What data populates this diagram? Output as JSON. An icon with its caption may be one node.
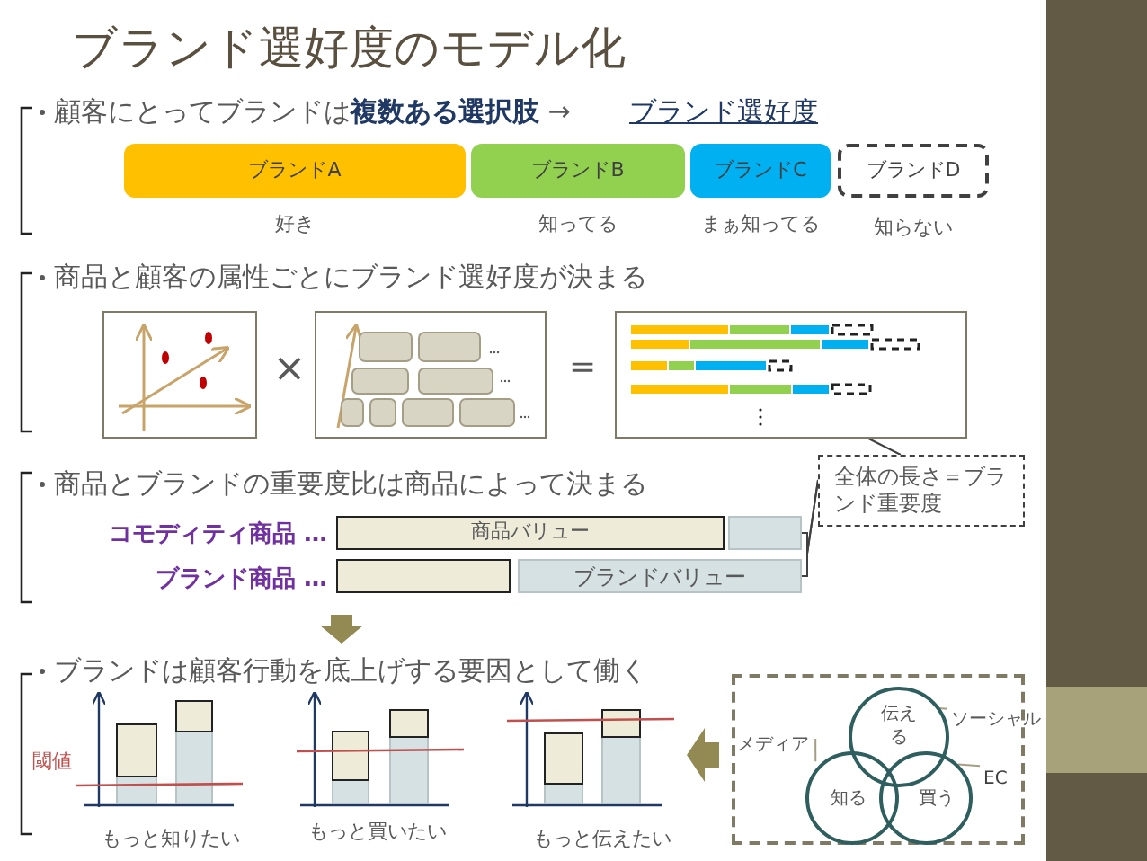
{
  "diagram": {
    "title": "ブランド選好度のモデル化",
    "nodes": [
      {
        "text": [
          "ブランドA"
        ],
        "beside": [
          "好き"
        ]
      },
      {
        "text": [
          "ブランドB"
        ],
        "beside": [
          "知ってる"
        ]
      },
      {
        "text": [
          "ブランドC"
        ],
        "beside": [
          "まぁ知ってる"
        ]
      },
      {
        "text": [
          "ブランドD"
        ],
        "beside": [
          "知らない"
        ]
      },
      {
        "text": [],
        "shape": "picture"
      },
      {
        "text": [],
        "shape": "picture"
      },
      {
        "text": [],
        "shape": "picture"
      },
      {
        "text": [
          "全体の長さ＝ブランド重要度"
        ]
      },
      {
        "text": [
          "商品バリュー"
        ]
      },
      {
        "text": [],
        "shape": "bar"
      },
      {
        "text": [],
        "shape": "bar"
      },
      {
        "text": [
          "ブランドバリュー"
        ]
      },
      {
        "text": [],
        "shape": "box"
      },
      {
        "text": [
          "伝える"
        ],
        "in": 12
      },
      {
        "text": [
          "知る"
        ],
        "in": 12
      },
      {
        "text": [
          "買う"
        ],
        "in": 12
      },
      {
        "text": [
          "メディア"
        ],
        "in": 12
      },
      {
        "text": [
          "ソーシャル"
        ],
        "in": 12
      },
      {
        "text": [
          "EC"
        ],
        "in": 12
      }
    ],
    "edges": [
      {
        "from": 7,
        "to": 6,
        "arrow": "none",
        "color": "#404040"
      },
      {
        "from": 7,
        "to": 9,
        "arrow": "none",
        "color": "#404040"
      },
      {
        "from": 7,
        "to": 11,
        "arrow": "none",
        "color": "#404040"
      },
      {
        "from": 16,
        "to": 14,
        "arrow": "none",
        "color": "#a59e86"
      },
      {
        "from": 17,
        "to": 13,
        "arrow": "none",
        "color": "#a59e86"
      },
      {
        "from": 18,
        "to": 15,
        "arrow": "none",
        "color": "#a59e86"
      }
    ],
    "labels": [
      "顧客にとってブランドは**複数ある選択肢** →",
      "ブランド選好度",
      "商品と顧客の属性ごとにブランド選好度が決まる",
      "×",
      "=",
      "商品とブランドの重要度比は商品によって決まる",
      "コモディティ商品 …",
      "ブランド商品 …",
      "ブランドは顧客行動を底上げする要因として働く",
      "閾値",
      "もっと知りたい",
      "もっと買いたい",
      "もっと伝えたい"
    ]
  }
}
